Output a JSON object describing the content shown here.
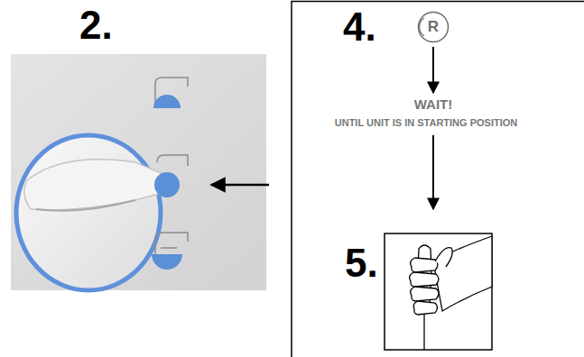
{
  "diagram": {
    "nodes": [
      {
        "text": [
          "R"
        ]
      }
    ],
    "labels": [
      "2.",
      "4.",
      "WAIT!",
      "UNTIL UNIT IS IN STARTING POSITION",
      "5."
    ]
  }
}
